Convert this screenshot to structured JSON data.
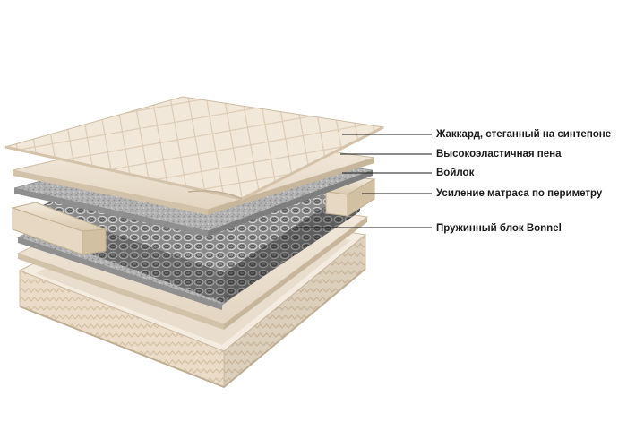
{
  "callouts": [
    {
      "id": "jacquard",
      "label": "Жаккард, стеганный на синтепоне"
    },
    {
      "id": "foam",
      "label": "Высокоэластичная пена"
    },
    {
      "id": "felt",
      "label": "Войлок"
    },
    {
      "id": "edge",
      "label": "Усиление матраса по периметру"
    },
    {
      "id": "spring",
      "label": "Пружинный блок Bonnel"
    }
  ],
  "colors": {
    "fabric": "#efe4d4",
    "fabric_shadow": "#d8c8b2",
    "felt": "#a9a9a9",
    "spring": "#6e6e6e",
    "leader_line": "#1a1a1a"
  }
}
